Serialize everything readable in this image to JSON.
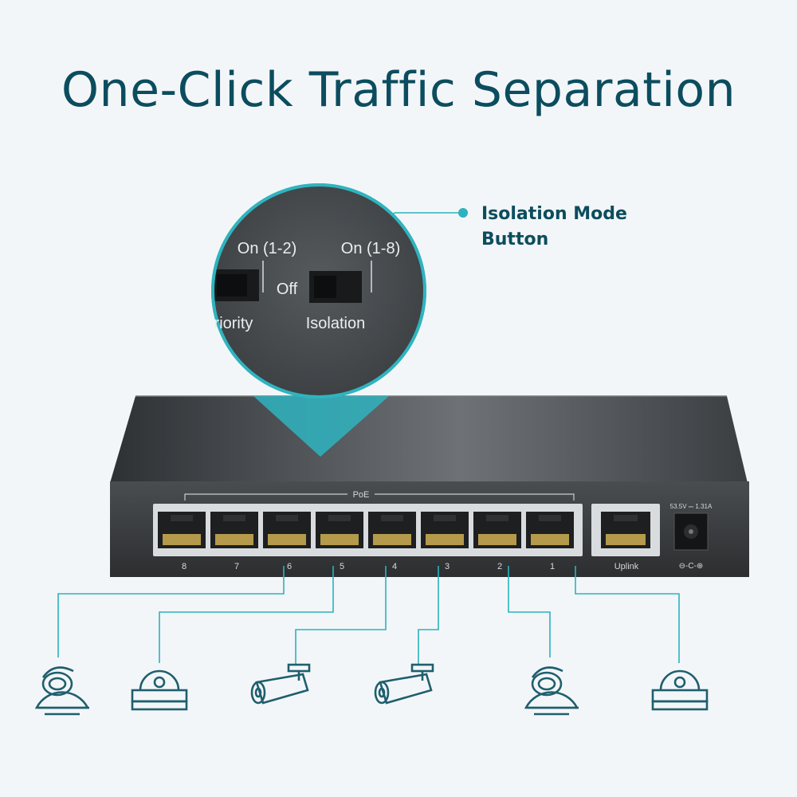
{
  "title": "One-Click Traffic Separation",
  "callout": {
    "line1": "Isolation Mode",
    "line2": "Button"
  },
  "zoom": {
    "left_switch_on": "On (1-2)",
    "left_switch_label": "riority",
    "off_label": "Off",
    "right_switch_on": "On (1-8)",
    "right_switch_label": "Isolation"
  },
  "device": {
    "poe_label": "PoE",
    "port_numbers": [
      "8",
      "7",
      "6",
      "5",
      "4",
      "3",
      "2",
      "1"
    ],
    "uplink_label": "Uplink",
    "power_label": "53.5V ⎓ 1.31A",
    "polarity_symbol": "⊖-C-⊕"
  },
  "cameras": [
    {
      "icon": "dome-camera-icon"
    },
    {
      "icon": "ceiling-camera-icon"
    },
    {
      "icon": "bullet-camera-icon"
    },
    {
      "icon": "bullet-camera-icon"
    },
    {
      "icon": "dome-camera-icon"
    },
    {
      "icon": "ceiling-camera-icon"
    }
  ],
  "colors": {
    "accent": "#2bb3be",
    "title": "#0b4d5e",
    "device": "#3a3d40",
    "background": "#f3f6f8"
  }
}
